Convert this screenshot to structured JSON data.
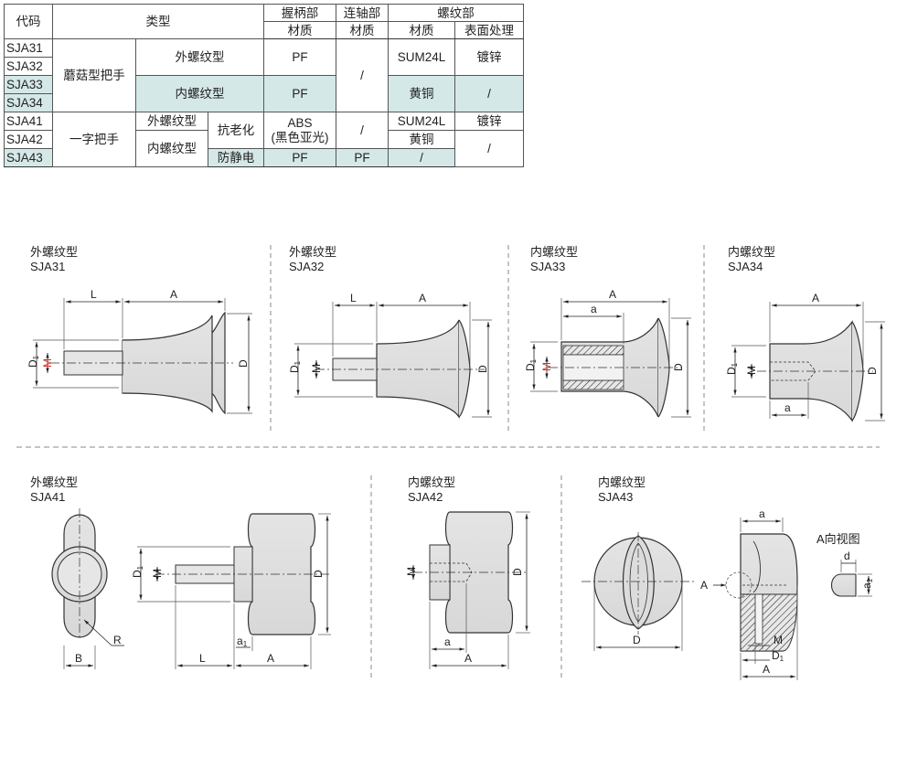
{
  "table": {
    "header": {
      "code": "代码",
      "type": "类型",
      "handle": "握柄部",
      "shaft": "连轴部",
      "thread": "螺纹部",
      "material": "材质",
      "surface": "表面处理"
    },
    "codes": [
      "SJA31",
      "SJA32",
      "SJA33",
      "SJA34",
      "SJA41",
      "SJA42",
      "SJA43"
    ],
    "mushroom": "蘑菇型把手",
    "flat": "一字把手",
    "external_thread": "外螺纹型",
    "internal_thread": "内螺纹型",
    "anti_aging": "抗老化",
    "antistatic": "防静电",
    "pf": "PF",
    "abs": "ABS",
    "abs_note": "(黑色亚光)",
    "slash": "/",
    "sum24l": "SUM24L",
    "brass": "黄铜",
    "zinc": "镀锌"
  },
  "drawings": [
    {
      "title": "外螺纹型",
      "code": "SJA31"
    },
    {
      "title": "外螺纹型",
      "code": "SJA32"
    },
    {
      "title": "内螺纹型",
      "code": "SJA33"
    },
    {
      "title": "内螺纹型",
      "code": "SJA34"
    },
    {
      "title": "外螺纹型",
      "code": "SJA41"
    },
    {
      "title": "内螺纹型",
      "code": "SJA42"
    },
    {
      "title": "内螺纹型",
      "code": "SJA43"
    }
  ],
  "dims": {
    "L": "L",
    "A": "A",
    "a": "a",
    "D": "D",
    "D1": "D",
    "sub1": "1",
    "M": "M",
    "B": "B",
    "R": "R",
    "d": "d",
    "a1": "a",
    "view_label": "A向视图"
  },
  "colors": {
    "highlight": "#d5e8e8",
    "part": "#e0e0e0",
    "accent_red": "#d32f1f"
  }
}
